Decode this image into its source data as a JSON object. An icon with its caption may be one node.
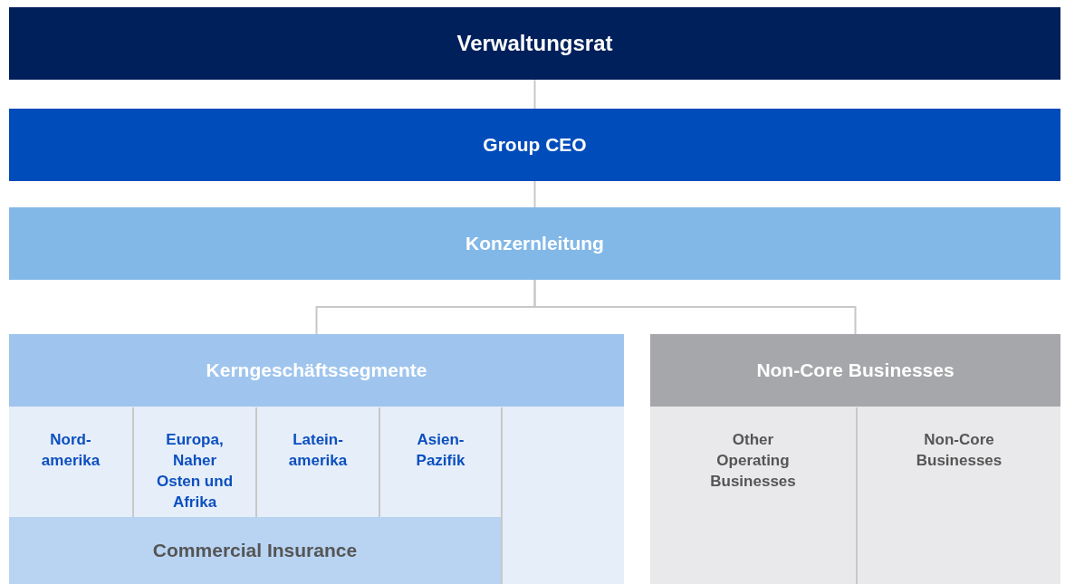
{
  "diagram": {
    "nodes": [
      {
        "text": [
          "Verwaltungsrat"
        ]
      },
      {
        "text": [
          "Group CEO"
        ]
      },
      {
        "text": [
          "Konzernleitung"
        ]
      },
      {
        "text": [
          "Kerngeschäftssegmente"
        ]
      },
      {
        "text": [
          "Nord- amerika"
        ],
        "in": 3
      },
      {
        "text": [
          "Europa, Naher Osten und Afrika"
        ],
        "in": 3
      },
      {
        "text": [
          "Latein- amerika"
        ],
        "in": 3
      },
      {
        "text": [
          "Asien- Pazifik"
        ],
        "in": 3
      },
      {
        "text": [],
        "shape": "box",
        "in": 3
      },
      {
        "text": [
          "Commercial Insurance"
        ],
        "in": 3
      },
      {
        "text": [
          "Non-Core Businesses"
        ]
      },
      {
        "text": [
          "Other Operating Businesses"
        ],
        "in": 10
      },
      {
        "text": [
          "Non-Core Businesses"
        ],
        "in": 10
      }
    ],
    "edges": [
      {
        "from": 0,
        "to": 1,
        "arrow": "none"
      },
      {
        "from": 1,
        "to": 2,
        "arrow": "none"
      },
      {
        "from": 2,
        "to": 3,
        "arrow": "none"
      },
      {
        "from": 2,
        "to": 10,
        "arrow": "none"
      }
    ]
  }
}
